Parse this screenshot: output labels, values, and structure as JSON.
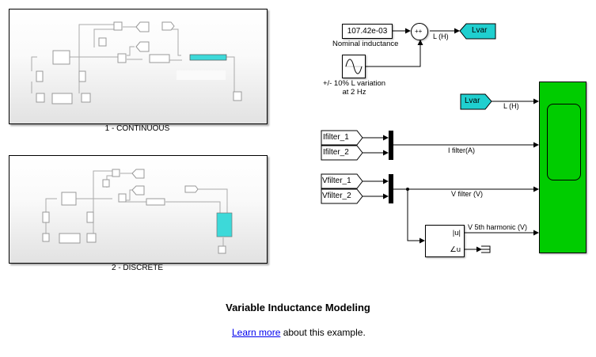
{
  "model": {
    "title": "Variable Inductance Modeling",
    "learn_more_link": "Learn more",
    "learn_more_suffix": " about this example."
  },
  "subsystems": [
    {
      "label": "1 - CONTINUOUS"
    },
    {
      "label": "2 - DISCRETE"
    }
  ],
  "blocks": {
    "nominal_inductance": {
      "value": "107.42e-03",
      "label": "Nominal inductance"
    },
    "sine_wave": {
      "label_line1": "+/- 10% L variation",
      "label_line2": "at 2 Hz",
      "icon": "sine-wave-icon"
    },
    "sum": {
      "signs": "++"
    },
    "goto_lvar": {
      "tag": "Lvar"
    },
    "from_lvar": {
      "tag": "Lvar"
    },
    "from_ifilter_1": {
      "tag": "Ifilter_1"
    },
    "from_ifilter_2": {
      "tag": "Ifilter_2"
    },
    "from_vfilter_1": {
      "tag": "Vfilter_1"
    },
    "from_vfilter_2": {
      "tag": "Vfilter_2"
    },
    "fourier": {
      "port_mag": "|u|",
      "port_angle": "∠u"
    },
    "scope": {
      "icon": "scope-screen-icon"
    }
  },
  "signals": {
    "sum_out": "L  (H)",
    "lvar_to_scope": "L (H)",
    "ifilter": "I filter(A)",
    "vfilter": "V filter (V)",
    "v5th": "V 5th harmonic (V)"
  },
  "colors": {
    "goto_from_fill": "#1fcfcf",
    "scope_fill": "#00cc00",
    "inner_highlight": "#3dd9d9",
    "link": "#0000ee"
  }
}
